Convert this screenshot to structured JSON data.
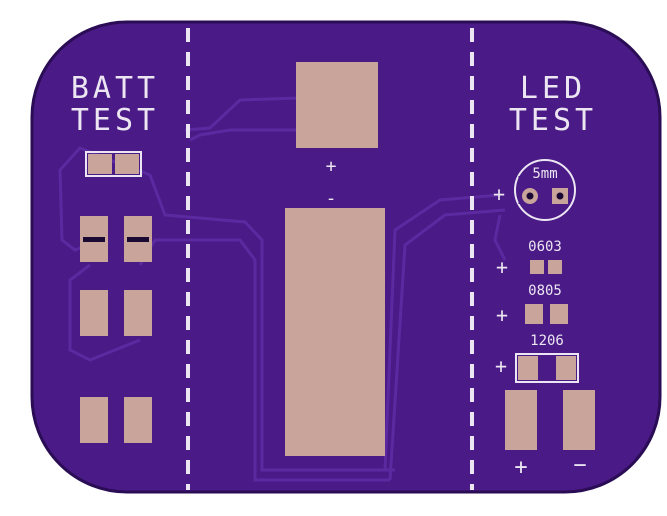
{
  "board": {
    "colors": {
      "mask": "#4a1a86",
      "edge": "#2a0d55",
      "trace": "#5b2aa0",
      "pad": "#c8a49a",
      "silk": "#ece6f2",
      "background": "#ffffff"
    },
    "left_section": {
      "title_line1": "BATT",
      "title_line2": "TEST"
    },
    "center_section": {
      "plus_mark": "+",
      "minus_mark": "-"
    },
    "right_section": {
      "title_line1": "LED",
      "title_line2": "TEST",
      "led_5mm_label": "5mm",
      "led_5mm_plus": "+",
      "smd_0603_label": "0603",
      "smd_0603_plus": "+",
      "smd_0805_label": "0805",
      "smd_0805_plus": "+",
      "smd_1206_label": "1206",
      "smd_1206_plus": "+",
      "bottom_plus": "+",
      "bottom_minus": "−"
    }
  }
}
